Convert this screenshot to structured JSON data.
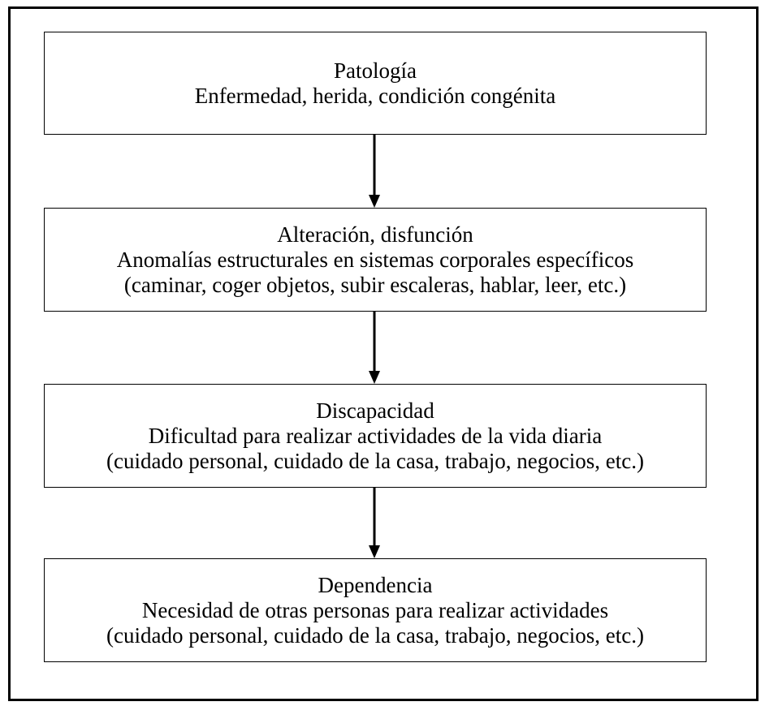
{
  "diagram": {
    "stages": [
      {
        "title": "Patología",
        "description": "Enfermedad, herida, condición congénita",
        "examples": ""
      },
      {
        "title": "Alteración, disfunción",
        "description": "Anomalías estructurales en sistemas corporales específicos",
        "examples": "(caminar, coger objetos, subir escaleras, hablar, leer, etc.)"
      },
      {
        "title": "Discapacidad",
        "description": "Dificultad para realizar actividades de la vida diaria",
        "examples": "(cuidado personal, cuidado de la casa, trabajo, negocios, etc.)"
      },
      {
        "title": "Dependencia",
        "description": "Necesidad de otras personas para realizar actividades",
        "examples": "(cuidado personal, cuidado de la casa, trabajo, negocios, etc.)"
      }
    ],
    "colors": {
      "line": "#000000",
      "background": "#ffffff"
    }
  }
}
